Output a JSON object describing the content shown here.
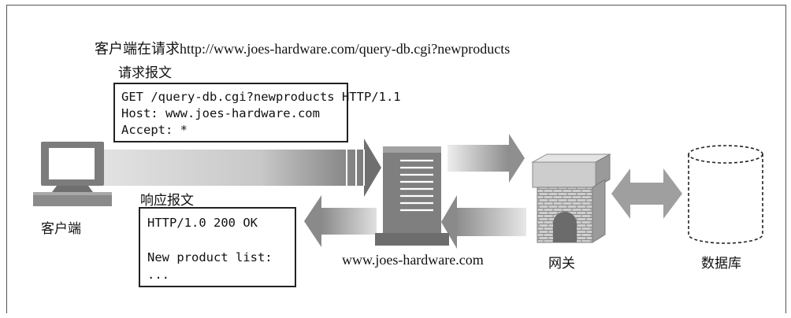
{
  "title": "客户端在请求http://www.joes-hardware.com/query-db.cgi?newproducts",
  "request": {
    "label": "请求报文",
    "lines": [
      "GET /query-db.cgi?newproducts HTTP/1.1",
      "Host: www.joes-hardware.com",
      "Accept: *"
    ]
  },
  "response": {
    "label": "响应报文",
    "lines": [
      "HTTP/1.0 200 OK",
      "",
      "New product list:",
      "..."
    ]
  },
  "nodes": {
    "client": "客户端",
    "server": "www.joes-hardware.com",
    "gateway": "网关",
    "database": "数据库"
  },
  "icons": {
    "client": "computer-icon",
    "server": "server-icon",
    "gateway": "gateway-icon",
    "database": "database-icon"
  }
}
